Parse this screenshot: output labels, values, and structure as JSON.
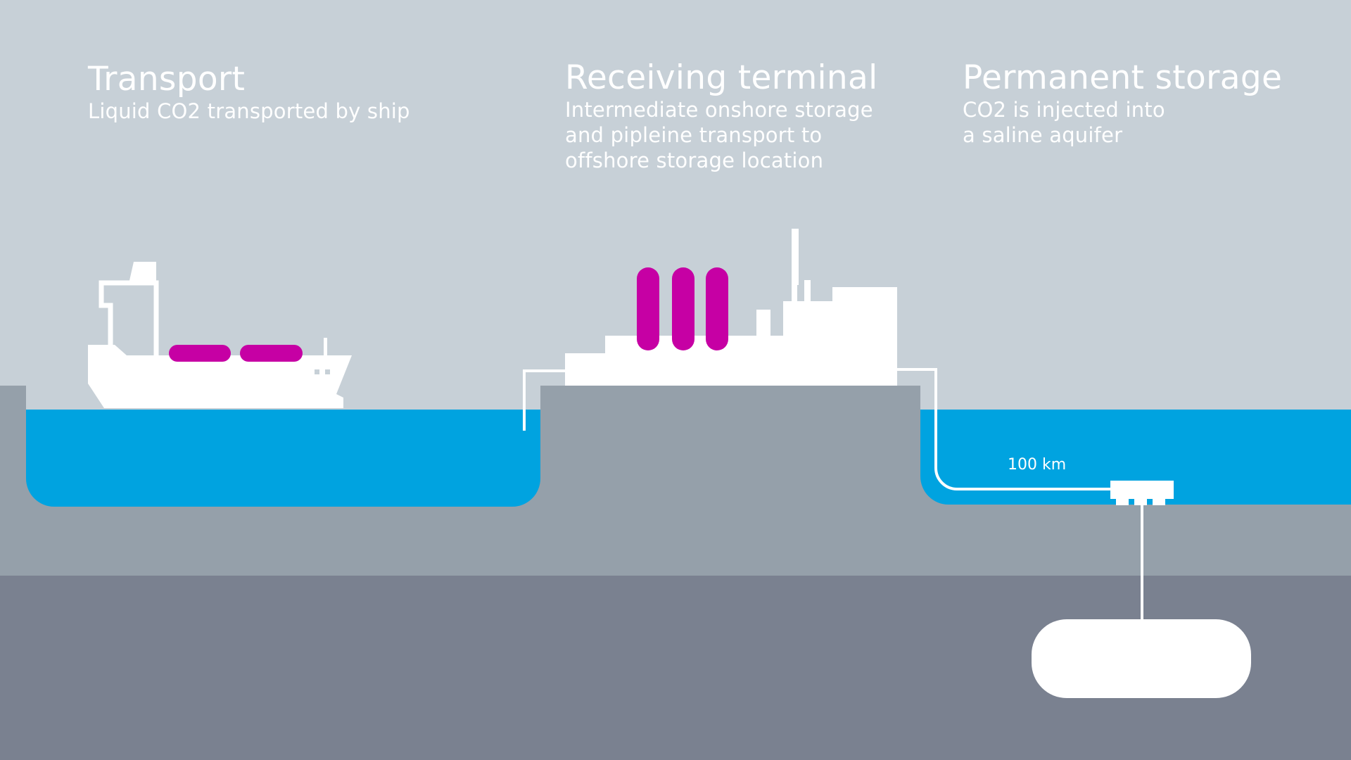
{
  "sections": [
    {
      "title": "Transport",
      "desc": "Liquid CO2 transported by ship"
    },
    {
      "title": "Receiving terminal",
      "desc": "Intermediate onshore storage\nand pipleine transport to\noffshore storage location"
    },
    {
      "title": "Permanent storage",
      "desc": "CO2 is injected into\na saline aquifer"
    }
  ],
  "pipeline": {
    "distance_label": "100 km"
  },
  "colors": {
    "sky": "#c7d0d7",
    "sea": "#00a3e0",
    "ground": "#95a0aa",
    "deep_ground": "#7a8190",
    "co2_tanks": "#c600a4",
    "structures": "#ffffff"
  }
}
